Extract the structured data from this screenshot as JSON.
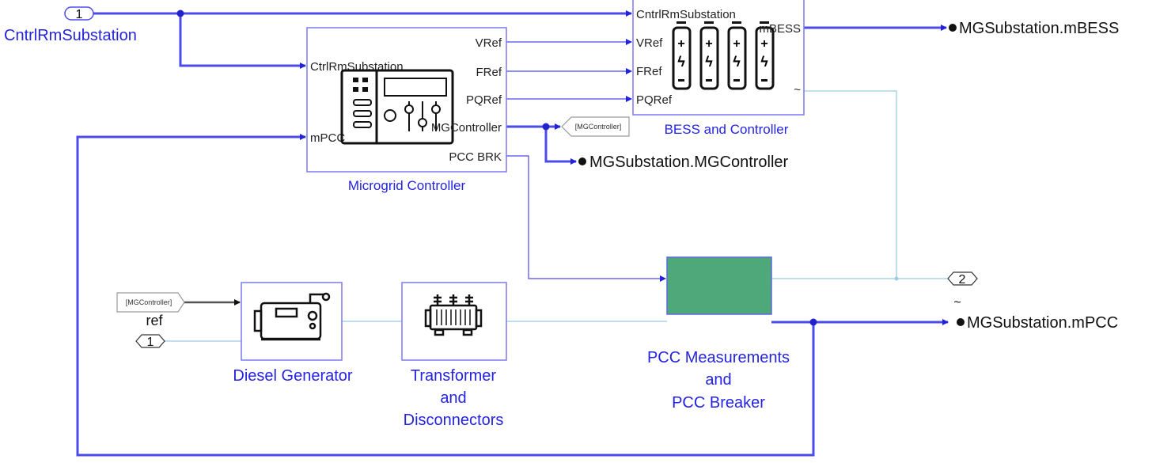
{
  "inports": {
    "in1": {
      "number": "1",
      "label": "CntrlRmSubstation"
    },
    "ref_in": {
      "number": "1",
      "label": "ref"
    }
  },
  "outports": {
    "out2": {
      "number": "2",
      "tilde": "~"
    }
  },
  "blocks": {
    "microgrid_controller": {
      "name": "Microgrid Controller",
      "inputs": [
        "CtrlRmSubstation",
        "mPCC"
      ],
      "outputs": [
        "VRef",
        "FRef",
        "PQRef",
        "MGController",
        "PCC BRK"
      ]
    },
    "bess": {
      "name": "BESS and Controller",
      "inputs": [
        "CntrlRmSubstation",
        "VRef",
        "FRef",
        "PQRef"
      ],
      "outputs": [
        "mBESS",
        "~"
      ]
    },
    "diesel": {
      "name": "Diesel Generator"
    },
    "transformer": {
      "name_lines": [
        "Transformer",
        "and",
        "Disconnectors"
      ]
    },
    "pcc": {
      "name_lines": [
        "PCC Measurements",
        "and",
        "PCC Breaker"
      ],
      "color": "#4fa87a"
    }
  },
  "goto_tags": {
    "goto": "[MGController]",
    "from": "[MGController]"
  },
  "signal_outputs": {
    "mbess": "MGSubstation.mBESS",
    "mgcontroller": "MGSubstation.MGController",
    "mpcc": "MGSubstation.mPCC"
  },
  "colors": {
    "signal": "#4b4bea",
    "physical": "#9ccbe3",
    "label": "#2424e0"
  }
}
